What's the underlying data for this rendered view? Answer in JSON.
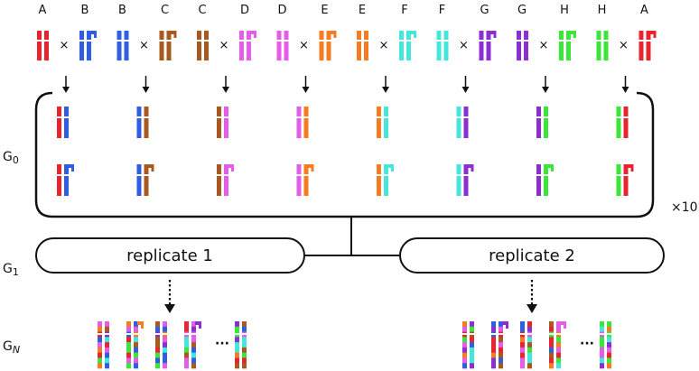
{
  "parents": [
    {
      "left": "A",
      "right": "B"
    },
    {
      "left": "B",
      "right": "C"
    },
    {
      "left": "C",
      "right": "D"
    },
    {
      "left": "D",
      "right": "E"
    },
    {
      "left": "E",
      "right": "F"
    },
    {
      "left": "F",
      "right": "G"
    },
    {
      "left": "G",
      "right": "H"
    },
    {
      "left": "H",
      "right": "A"
    }
  ],
  "cross_symbol": "×",
  "colors": {
    "A": "#e8252f",
    "B": "#2f5fe0",
    "C": "#a8591f",
    "D": "#e45ce8",
    "E": "#f47c22",
    "F": "#45e6dc",
    "G": "#8b2fd0",
    "H": "#3ae63a"
  },
  "generation_labels": {
    "g0": {
      "base": "G",
      "sub": "0"
    },
    "g1": {
      "base": "G",
      "sub": "1"
    },
    "gn": {
      "base": "G",
      "sub": "N"
    }
  },
  "repeat_label": "×10",
  "replicates": [
    {
      "label": "replicate 1"
    },
    {
      "label": "replicate 2"
    }
  ],
  "ellipsis": "···"
}
